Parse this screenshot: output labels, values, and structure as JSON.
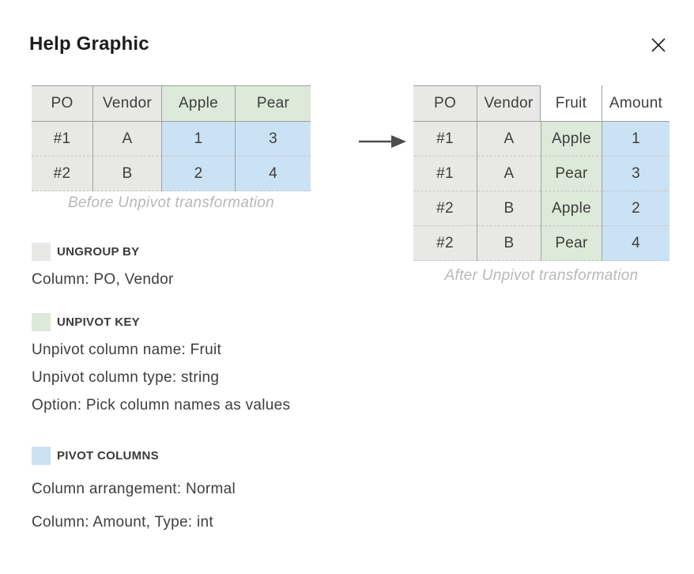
{
  "dialog": {
    "title": "Help Graphic",
    "close_label": "Close"
  },
  "before_table": {
    "caption": "Before Unpivot transformation",
    "columns": [
      {
        "label": "PO",
        "header_role": "ungroup",
        "body_role": "ungroup"
      },
      {
        "label": "Vendor",
        "header_role": "ungroup",
        "body_role": "ungroup"
      },
      {
        "label": "Apple",
        "header_role": "key",
        "body_role": "pivot"
      },
      {
        "label": "Pear",
        "header_role": "key",
        "body_role": "pivot"
      }
    ],
    "rows": [
      [
        "#1",
        "A",
        "1",
        "3"
      ],
      [
        "#2",
        "B",
        "2",
        "4"
      ]
    ]
  },
  "after_table": {
    "caption": "After Unpivot transformation",
    "columns": [
      {
        "label": "PO",
        "header_role": "ungroup",
        "body_role": "ungroup"
      },
      {
        "label": "Vendor",
        "header_role": "ungroup",
        "body_role": "ungroup"
      },
      {
        "label": "Fruit",
        "header_role": "plain",
        "body_role": "key"
      },
      {
        "label": "Amount",
        "header_role": "plain",
        "body_role": "pivot"
      }
    ],
    "rows": [
      [
        "#1",
        "A",
        "Apple",
        "1"
      ],
      [
        "#1",
        "A",
        "Pear",
        "3"
      ],
      [
        "#2",
        "B",
        "Apple",
        "2"
      ],
      [
        "#2",
        "B",
        "Pear",
        "4"
      ]
    ]
  },
  "legend": [
    {
      "role": "ungroup",
      "title": "UNGROUP BY",
      "lines": [
        "Column: PO, Vendor"
      ]
    },
    {
      "role": "key",
      "title": "UNPIVOT KEY",
      "lines": [
        "Unpivot column name: Fruit",
        "Unpivot column type: string",
        "Option: Pick column names as values"
      ]
    },
    {
      "role": "pivot",
      "title": "PIVOT COLUMNS",
      "lines": [
        "Column arrangement: Normal",
        "Column: Amount, Type: int"
      ]
    }
  ],
  "colors": {
    "ungroup_fill": "#e8e8e6",
    "key_fill": "#dde9d9",
    "pivot_fill": "#cbe2f4",
    "plain_fill": "#ffffff",
    "key_border": "#9fa89b",
    "grid_line": "#9f9f9f",
    "row_dash": "#c6c6c6",
    "caption_color": "#b8b8b8",
    "text_color": "#3e3e3e",
    "arrow_color": "#4c4c4c"
  }
}
